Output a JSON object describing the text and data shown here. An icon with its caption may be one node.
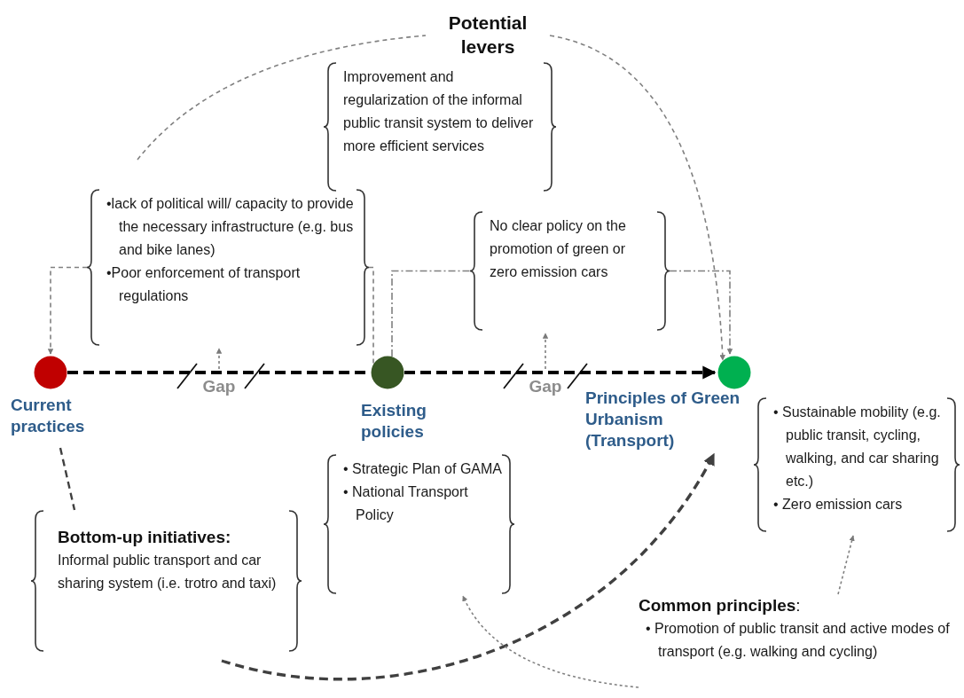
{
  "diagram": {
    "nodes": [
      {
        "text": [],
        "shape": "circle",
        "beside": [
          "Current practices"
        ]
      },
      {
        "text": [],
        "shape": "circle",
        "beside": [
          "Existing policies"
        ]
      },
      {
        "text": [],
        "shape": "circle",
        "beside": [
          "Principles of Green Urbanism (Transport)"
        ]
      },
      {
        "text": [
          "Potential levers"
        ]
      },
      {
        "text": [
          "Improvement and regularization of the informal public transit system to deliver more efficient services"
        ]
      },
      {
        "text": [
          "•lack of political will/ capacity to provide the necessary infrastructure (e.g. bus and bike lanes)",
          "•Poor enforcement of transport regulations"
        ]
      },
      {
        "text": [
          "No clear policy on the promotion of green or zero emission cars"
        ]
      },
      {
        "text": [
          "Gap"
        ]
      },
      {
        "text": [
          "Gap"
        ]
      },
      {
        "text": [
          "Bottom-up initiatives:",
          "Informal public transport and car sharing system (i.e. trotro and taxi)"
        ]
      },
      {
        "text": [
          "• Strategic Plan of GAMA",
          "• National Transport Policy"
        ]
      },
      {
        "text": [
          "• Sustainable mobility (e.g. public transit, cycling, walking, and car sharing etc.)",
          "• Zero emission cars"
        ]
      },
      {
        "text": [
          "**Common principles**:",
          "• Promotion of public transit and active modes of transport (e.g. walking and cycling)"
        ]
      }
    ],
    "edges": [
      {
        "from": 0,
        "to": 1,
        "arrow": "none",
        "style": "dashed",
        "color": "#000000"
      },
      {
        "from": 1,
        "to": 2,
        "arrow": "to",
        "style": "dashed",
        "color": "#000000"
      },
      {
        "from": 5,
        "to": 0,
        "arrow": "to",
        "style": "dashed"
      },
      {
        "from": 5,
        "to": 1,
        "arrow": "none",
        "style": "dashed"
      },
      {
        "from": 1,
        "to": 6,
        "arrow": "none",
        "style": "dashed"
      },
      {
        "from": 6,
        "to": 2,
        "arrow": "to",
        "style": "dashed"
      },
      {
        "from": 7,
        "to": 5,
        "arrow": "to",
        "style": "dashed"
      },
      {
        "from": 8,
        "to": 6,
        "arrow": "to",
        "style": "dashed"
      },
      {
        "from": null,
        "to": 3,
        "arrow": "none",
        "style": "dashed"
      },
      {
        "from": 3,
        "to": 2,
        "arrow": "to",
        "style": "dashed"
      },
      {
        "from": 0,
        "to": 9,
        "arrow": "none",
        "style": "dashed",
        "color": "#404040"
      },
      {
        "from": 9,
        "to": 2,
        "arrow": "to",
        "style": "dashed",
        "color": "#404040"
      },
      {
        "from": 12,
        "to": 10,
        "arrow": "to",
        "style": "dashed"
      },
      {
        "from": 12,
        "to": 11,
        "arrow": "to",
        "style": "dashed"
      }
    ]
  }
}
